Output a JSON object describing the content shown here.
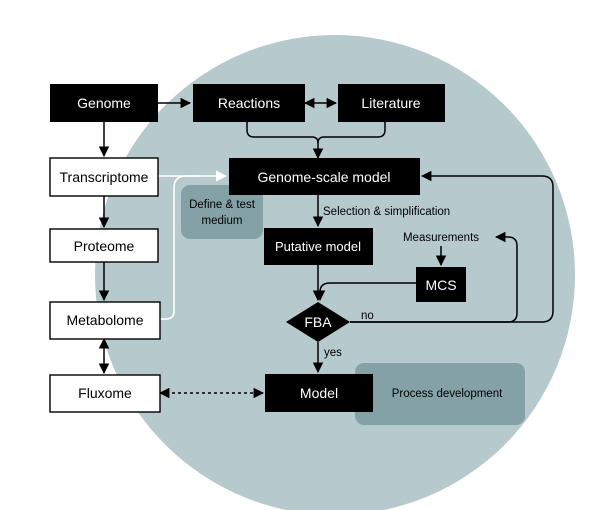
{
  "colors": {
    "circle": "#b6c9cd",
    "grey_box": "#84a1a6",
    "black": "#000000",
    "white": "#ffffff"
  },
  "nodes": {
    "genome": "Genome",
    "reactions": "Reactions",
    "literature": "Literature",
    "transcriptome": "Transcriptome",
    "genome_scale_model": "Genome-scale model",
    "proteome": "Proteome",
    "define_test_medium": [
      "Define & test",
      "medium"
    ],
    "putative_model": "Putative model",
    "measurements": "Measurements",
    "mcs": "MCS",
    "metabolome": "Metabolome",
    "fba": "FBA",
    "fluxome": "Fluxome",
    "model": "Model",
    "process_development": "Process development"
  },
  "edge_labels": {
    "selection_simplification": "Selection & simplification",
    "no": "no",
    "yes": "yes"
  }
}
